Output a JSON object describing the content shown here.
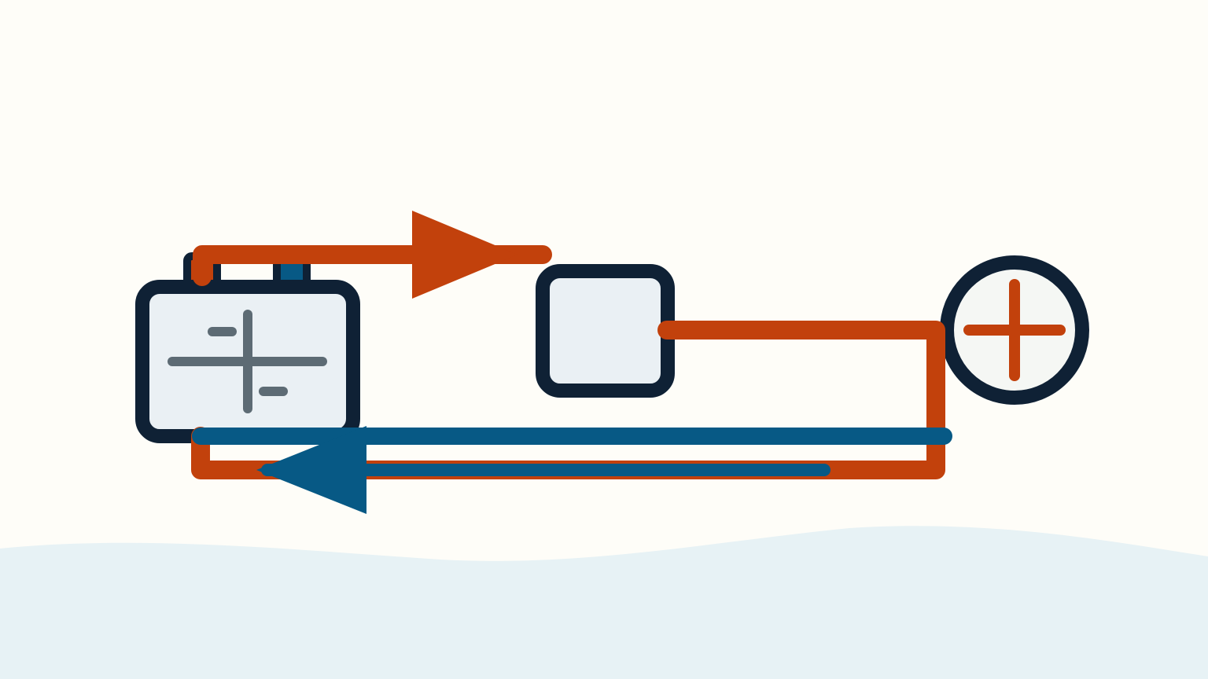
{
  "diagram": {
    "kind": "circuit-illustration",
    "components": [
      {
        "id": "battery",
        "icon": "battery-icon",
        "terminal_positive": "positive-terminal",
        "terminal_negative": "negative-terminal"
      },
      {
        "id": "resistor",
        "icon": "square-component-icon"
      },
      {
        "id": "bulb",
        "icon": "plus-circle-icon"
      }
    ],
    "flows": [
      {
        "id": "current-forward",
        "direction": "right",
        "color": "#c2410c"
      },
      {
        "id": "current-return",
        "direction": "left",
        "color": "#075985"
      }
    ]
  },
  "colors": {
    "background": "#fefdf8",
    "ground_wave": "#e7f2f5",
    "outline": "#0f2135",
    "component_fill": "#eaf0f4",
    "bulb_fill": "#f5f7f4",
    "wire_orange": "#c2410c",
    "wire_blue": "#075985",
    "battery_mark": "#5d6b74"
  }
}
